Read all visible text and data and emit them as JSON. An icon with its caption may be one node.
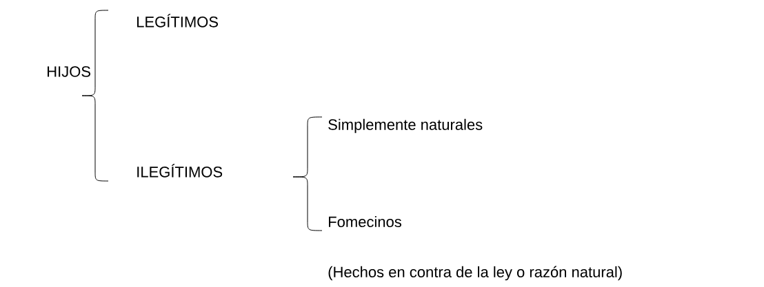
{
  "diagram": {
    "nodes": [
      {
        "text": [
          "HIJOS"
        ]
      },
      {
        "text": [
          "LEGÍTIMOS"
        ]
      },
      {
        "text": [
          "ILEGÍTIMOS"
        ]
      },
      {
        "text": [
          "Simplemente naturales"
        ]
      },
      {
        "text": [
          "Fomecinos"
        ],
        "beside": [
          "(Hechos en contra de la ley o razón natural)"
        ]
      }
    ]
  }
}
